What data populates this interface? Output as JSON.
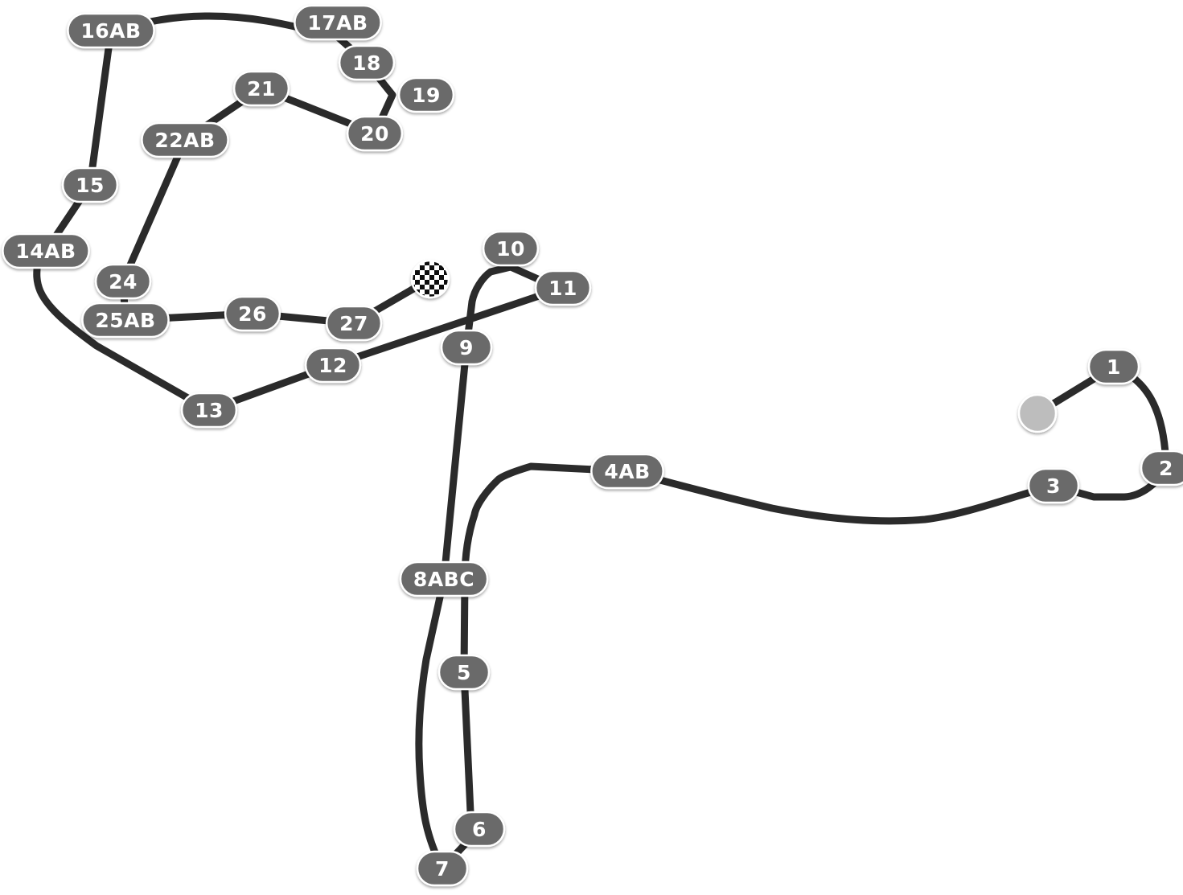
{
  "map": {
    "start_marker": "start-dot",
    "finish_marker": "checkered-flag-icon",
    "colors": {
      "track": "#2b2b2b",
      "marker": "#6b6b6b",
      "marker_text": "#ffffff",
      "start_dot": "#bdbdbd"
    },
    "markers": [
      {
        "id": "m1",
        "label": "1"
      },
      {
        "id": "m2",
        "label": "2"
      },
      {
        "id": "m3",
        "label": "3"
      },
      {
        "id": "m4AB",
        "label": "4AB"
      },
      {
        "id": "m5",
        "label": "5"
      },
      {
        "id": "m6",
        "label": "6"
      },
      {
        "id": "m7",
        "label": "7"
      },
      {
        "id": "m8ABC",
        "label": "8ABC"
      },
      {
        "id": "m9",
        "label": "9"
      },
      {
        "id": "m10",
        "label": "10"
      },
      {
        "id": "m11",
        "label": "11"
      },
      {
        "id": "m12",
        "label": "12"
      },
      {
        "id": "m13",
        "label": "13"
      },
      {
        "id": "m14AB",
        "label": "14AB"
      },
      {
        "id": "m15",
        "label": "15"
      },
      {
        "id": "m16AB",
        "label": "16AB"
      },
      {
        "id": "m17AB",
        "label": "17AB"
      },
      {
        "id": "m18",
        "label": "18"
      },
      {
        "id": "m19",
        "label": "19"
      },
      {
        "id": "m20",
        "label": "20"
      },
      {
        "id": "m21",
        "label": "21"
      },
      {
        "id": "m22AB",
        "label": "22AB"
      },
      {
        "id": "m24",
        "label": "24"
      },
      {
        "id": "m25AB",
        "label": "25AB"
      },
      {
        "id": "m26",
        "label": "26"
      },
      {
        "id": "m27",
        "label": "27"
      }
    ]
  }
}
